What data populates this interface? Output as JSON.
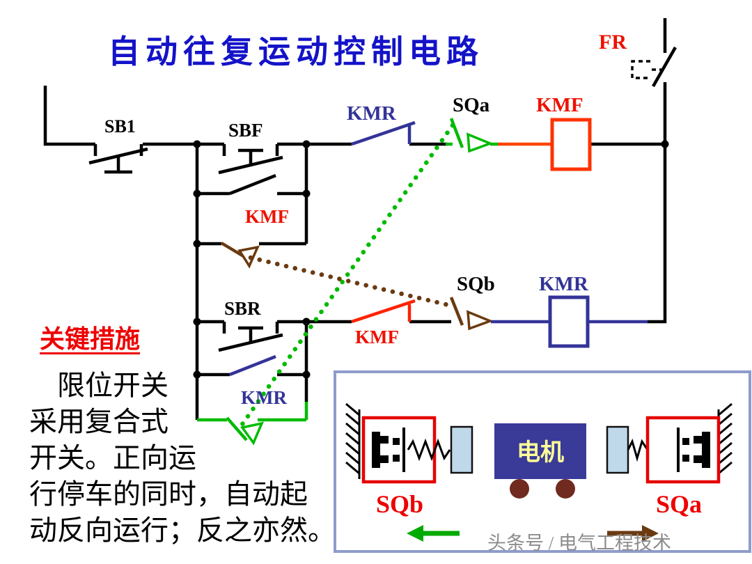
{
  "title": "自动往复运动控制电路",
  "circuit": {
    "fr_label": "FR",
    "sb1_label": "SB1",
    "sbf_label": "SBF",
    "kmr_nc_label": "KMR",
    "sqa_nc_label": "SQa",
    "kmf_coil_label": "KMF",
    "kmf_selfhold_label": "KMF",
    "sbr_label": "SBR",
    "kmr_selfhold_label": "KMR",
    "kmf_nc_label": "KMF",
    "sqb_nc_label": "SQb",
    "kmr_coil_label": "KMR"
  },
  "notes": {
    "heading": "关键措施",
    "lines": [
      "　限位开关",
      "采用复合式",
      "开关。正向运",
      "行停车的同时，自动起",
      "动反向运行；反之亦然。"
    ]
  },
  "inset": {
    "motor_label": "电机",
    "sqb_label": "SQb",
    "sqa_label": "SQa"
  },
  "watermark": "头条号 / 电气工程技术",
  "colors": {
    "title_blue": "#1413c8",
    "kmr_blue": "#333399",
    "kmf_red": "#ff3300",
    "sqa_green": "#00bb00",
    "sqb_brown": "#6b3a10",
    "wire_black": "#000000",
    "inset_border": "#8e9ccb",
    "motor_fill": "#3a3a99",
    "motor_text": "#ffff99",
    "wheel_brown": "#702a20",
    "roller_blue": "#bfd8ea",
    "highlight_red": "#ee0000"
  }
}
